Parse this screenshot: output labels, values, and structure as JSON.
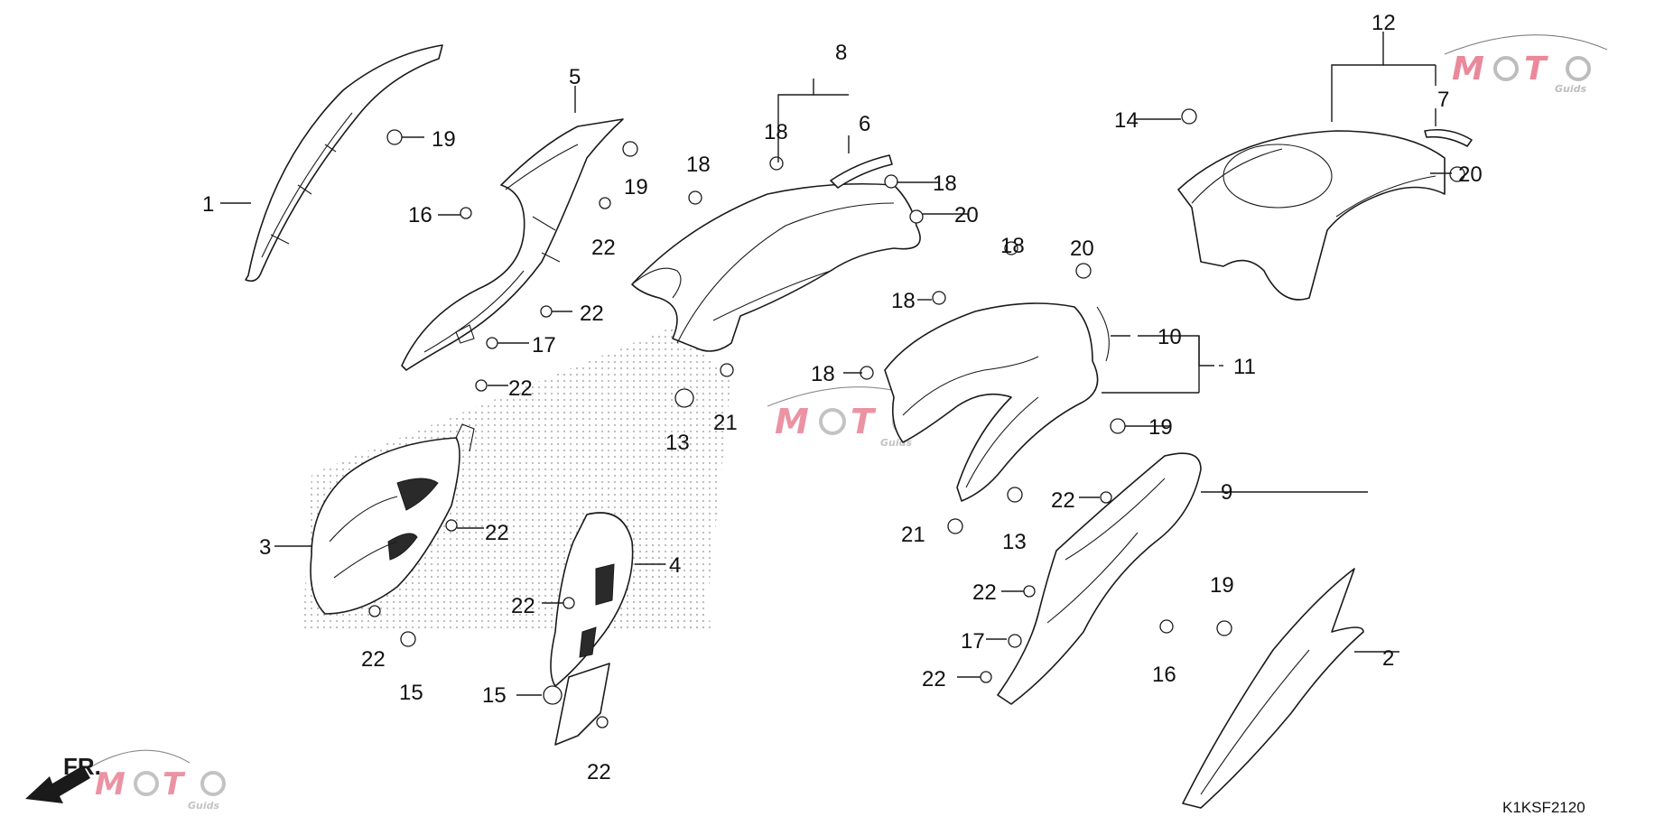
{
  "diagram": {
    "drawing_code": "K1KSF2120",
    "front_indicator": "FR.",
    "watermark": {
      "name_left": "M",
      "name_right": "T",
      "sub": "Guids",
      "color_accent": "#d9294a",
      "color_secondary": "#7f8fd6"
    },
    "callouts": [
      "1",
      "2",
      "3",
      "4",
      "5",
      "6",
      "7",
      "8",
      "9",
      "10",
      "11",
      "12",
      "13",
      "14",
      "15",
      "16",
      "17",
      "18",
      "19",
      "20",
      "21",
      "22"
    ],
    "colors": {
      "line": "#1a1a1a",
      "background": "#ffffff",
      "stipple": "#bdbdbd"
    }
  }
}
